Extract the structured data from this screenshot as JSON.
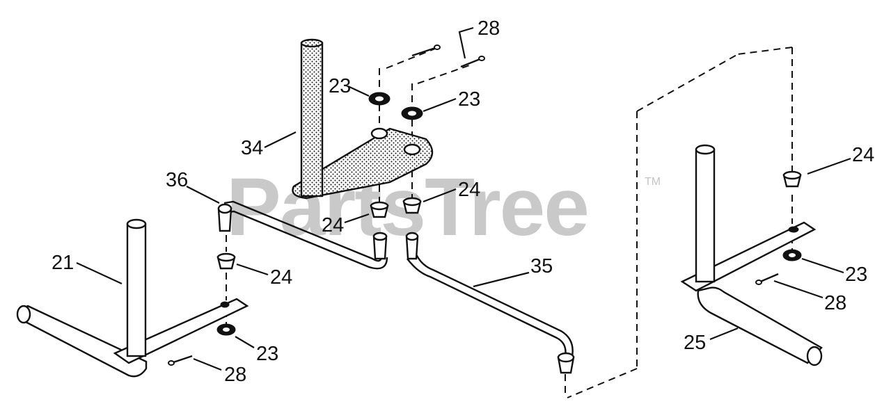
{
  "watermark": {
    "text": "PartsTree",
    "trademark": "TM"
  },
  "callouts": [
    {
      "id": "c21",
      "label": "21"
    },
    {
      "id": "c23a",
      "label": "23"
    },
    {
      "id": "c23b",
      "label": "23"
    },
    {
      "id": "c23c",
      "label": "23"
    },
    {
      "id": "c23d",
      "label": "23"
    },
    {
      "id": "c24a",
      "label": "24"
    },
    {
      "id": "c24b",
      "label": "24"
    },
    {
      "id": "c24c",
      "label": "24"
    },
    {
      "id": "c24d",
      "label": "24"
    },
    {
      "id": "c25",
      "label": "25"
    },
    {
      "id": "c28a",
      "label": "28"
    },
    {
      "id": "c28b",
      "label": "28"
    },
    {
      "id": "c28c",
      "label": "28"
    },
    {
      "id": "c34",
      "label": "34"
    },
    {
      "id": "c35",
      "label": "35"
    },
    {
      "id": "c36",
      "label": "36"
    }
  ]
}
